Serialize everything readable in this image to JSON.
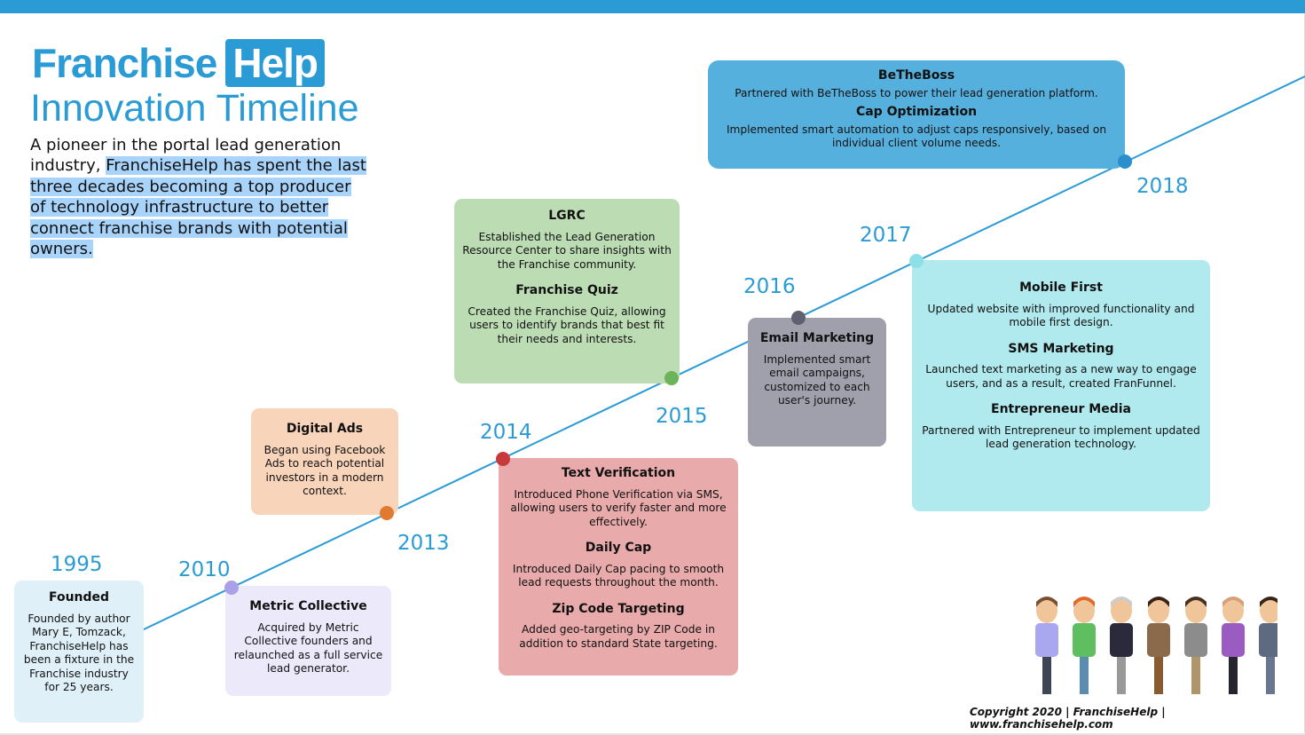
{
  "header": {
    "logo_main": "Franchise",
    "logo_box": "Help",
    "title": "Innovation Timeline",
    "intro_plain": "A pioneer in the portal lead generation industry, ",
    "intro_highlight": "FranchiseHelp has spent the last three decades becoming a top producer of technology infrastructure to better connect franchise brands with potential owners."
  },
  "colors": {
    "accent": "#2a9bd4"
  },
  "years": [
    "1995",
    "2010",
    "2013",
    "2014",
    "2015",
    "2016",
    "2017",
    "2018"
  ],
  "events": [
    {
      "year": "1995",
      "color": "#dff0f9",
      "items": [
        {
          "title": "Founded",
          "text": "Founded by author Mary E, Tomzack, FranchiseHelp has been a fixture in the Franchise industry for 25 years."
        }
      ]
    },
    {
      "year": "2010",
      "color": "#ebe9fa",
      "dot": "#a9a0e8",
      "items": [
        {
          "title": "Metric Collective",
          "text": "Acquired by Metric Collective founders and relaunched as a full service lead generator."
        }
      ]
    },
    {
      "year": "2013",
      "color": "#f8d4bb",
      "dot": "#e07a30",
      "items": [
        {
          "title": "Digital Ads",
          "text": "Began using Facebook Ads to reach potential investors in a modern context."
        }
      ]
    },
    {
      "year": "2014",
      "color": "#e8aaaa",
      "dot": "#c83a3a",
      "items": [
        {
          "title": "Text Verification",
          "text": "Introduced Phone Verification via SMS, allowing users to verify faster and more effectively."
        },
        {
          "title": "Daily Cap",
          "text": "Introduced Daily Cap pacing to smooth lead requests throughout the month."
        },
        {
          "title": "Zip Code Targeting",
          "text": "Added geo-targeting by ZIP Code in addition to standard State targeting."
        }
      ]
    },
    {
      "year": "2015",
      "color": "#bcdcb4",
      "dot": "#6cb35a",
      "items": [
        {
          "title": "LGRC",
          "text": "Established the Lead Generation Resource Center to share insights with the Franchise community."
        },
        {
          "title": "Franchise Quiz",
          "text": "Created the Franchise Quiz, allowing users to identify brands that best fit their needs and interests."
        }
      ]
    },
    {
      "year": "2016",
      "color": "#9fa0ab",
      "dot": "#5f6070",
      "items": [
        {
          "title": "Email Marketing",
          "text": "Implemented smart email campaigns, customized to each user's journey."
        }
      ]
    },
    {
      "year": "2017",
      "color": "#b0e9ee",
      "dot": "#8ee0e8",
      "items": [
        {
          "title": "Mobile First",
          "text": "Updated website with improved functionality and mobile first design."
        },
        {
          "title": "SMS Marketing",
          "text": "Launched text marketing as a new way to engage users, and as a result, created FranFunnel."
        },
        {
          "title": "Entrepreneur Media",
          "text": "Partnered with Entrepreneur to implement updated lead generation technology."
        }
      ]
    },
    {
      "year": "2018",
      "color": "#56b0de",
      "dot": "#2a8fcc",
      "items": [
        {
          "title": "BeTheBoss",
          "text": "Partnered with BeTheBoss to power their lead generation platform."
        },
        {
          "title": "Cap Optimization",
          "text": "Implemented smart automation to adjust caps responsively, based on individual client volume needs."
        }
      ]
    }
  ],
  "footer": {
    "copyright": "Copyright 2020 | FranchiseHelp | www.franchisehelp.com"
  }
}
